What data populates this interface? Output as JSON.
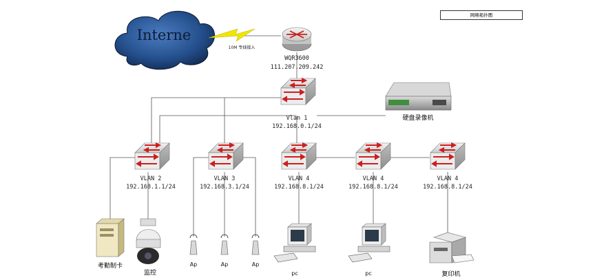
{
  "title": "网络拓扑图",
  "cloud": {
    "label": "Interne",
    "link_label": "10M 专线接入"
  },
  "router": {
    "name": "WQR3600",
    "ip": "111.207.209.242"
  },
  "core_switch": {
    "vlan": "Vlan 1",
    "ip": "192.168.0.1/24"
  },
  "nvr": {
    "label": "硬盘录像机"
  },
  "switches": [
    {
      "vlan": "VLAN 2",
      "ip": "192.168.1.1/24"
    },
    {
      "vlan": "VLAN 3",
      "ip": "192.168.3.1/24"
    },
    {
      "vlan": "VLAN 4",
      "ip": "192.168.8.1/24"
    },
    {
      "vlan": "VLAN 4",
      "ip": "192.168.8.1/24"
    },
    {
      "vlan": "VLAN 4",
      "ip": "192.168.8.1/24"
    }
  ],
  "endpoints": {
    "attendance": "考勤制卡",
    "camera": "监控",
    "ap1": "Ap",
    "ap2": "Ap",
    "ap3": "Ap",
    "pc1": "pc",
    "pc2": "pc",
    "printer": "复印机"
  },
  "colors": {
    "link": "#555555",
    "switch_arrow": "#cc1f1f",
    "cloud": "#1a3d6e",
    "bolt": "#f2e600"
  }
}
